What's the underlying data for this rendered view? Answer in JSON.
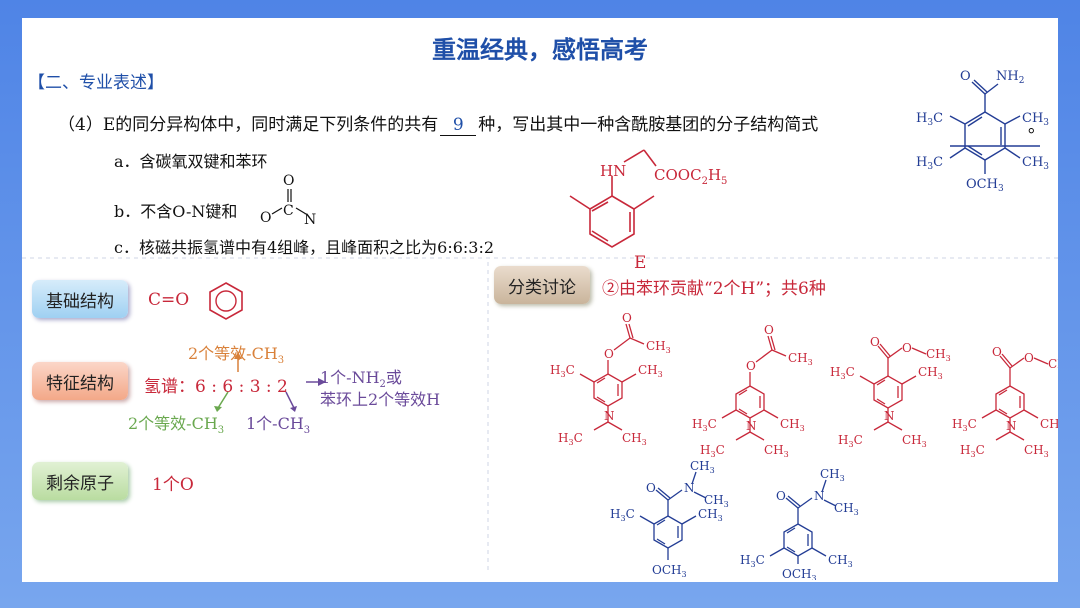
{
  "title": "重温经典，感悟高考",
  "section": "【二、专业表述】",
  "question": {
    "prefix": "（4）E的同分异构体中，同时满足下列条件的共有",
    "answer": "9",
    "suffix": "种，写出其中一种含酰胺基团的分子结构简式",
    "end": "。"
  },
  "conditions": {
    "a": "a．含碳氧双键和苯环",
    "b": "b．不含O-N键和",
    "c": "c．核磁共振氢谱中有4组峰，且峰面积之比为6:6:3:2"
  },
  "compound_e": {
    "label": "E",
    "nh": "HN",
    "ester": "COOC",
    "ester_sub": "2",
    "ester_h": "H",
    "ester_sub2": "5"
  },
  "tags": {
    "basic": "基础结构",
    "feature": "特征结构",
    "remaining": "剩余原子",
    "discussion": "分类讨论"
  },
  "basic_structure": "C=O",
  "feature": {
    "top": "2个等效-CH",
    "label": "氢谱：",
    "ratio": "6 : 6 : 3 : 2",
    "right1": "1个-NH",
    "right1_end": "或",
    "right2": "苯环上2个等效H",
    "bottom_left": "2个等效-CH",
    "bottom_mid": "1个-CH",
    "sub3": "3",
    "sub2": "2"
  },
  "remaining_atoms": "1个O",
  "discussion_text": "②由苯环贡献“2个H”；共6种",
  "colors": {
    "title": "#1f4fa8",
    "red": "#c8283a",
    "blue": "#233d95",
    "orange": "#d9813a",
    "green": "#6aa84f",
    "purple": "#6a4a9a"
  }
}
